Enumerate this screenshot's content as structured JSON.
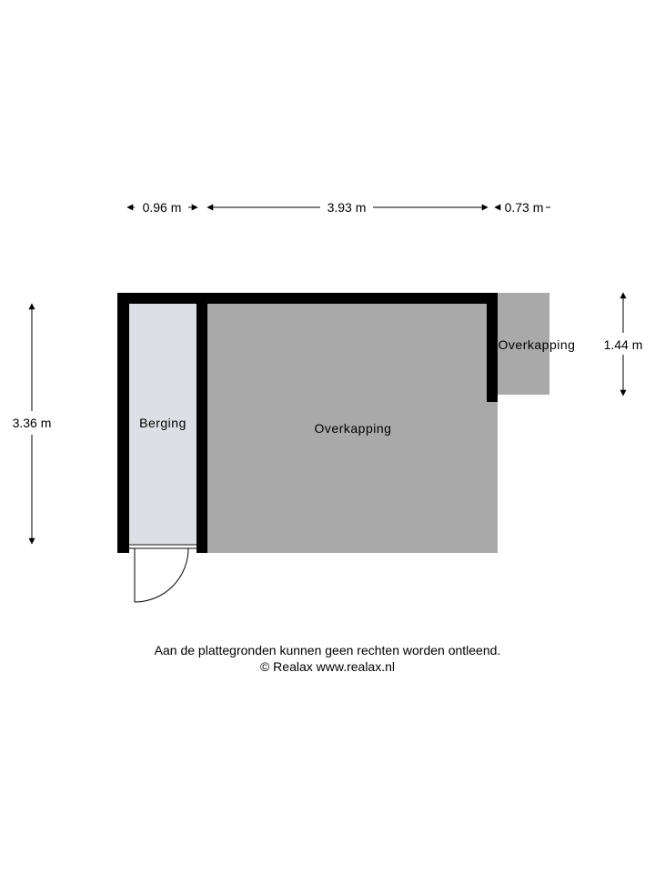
{
  "dimensions": {
    "top_left": "0.96 m",
    "top_middle": "3.93 m",
    "top_right": "0.73 m",
    "left_height": "3.36 m",
    "right_height": "1.44 m"
  },
  "rooms": {
    "storage": "Berging",
    "main_canopy": "Overkapping",
    "side_canopy": "Overkapping"
  },
  "footer": {
    "disclaimer": "Aan de plattegronden kunnen geen rechten worden ontleend.",
    "copyright": "© Realax www.realax.nl"
  },
  "colors": {
    "wall": "#000000",
    "canopy_fill": "#a9a9a9",
    "storage_fill": "#dcdfe3"
  }
}
